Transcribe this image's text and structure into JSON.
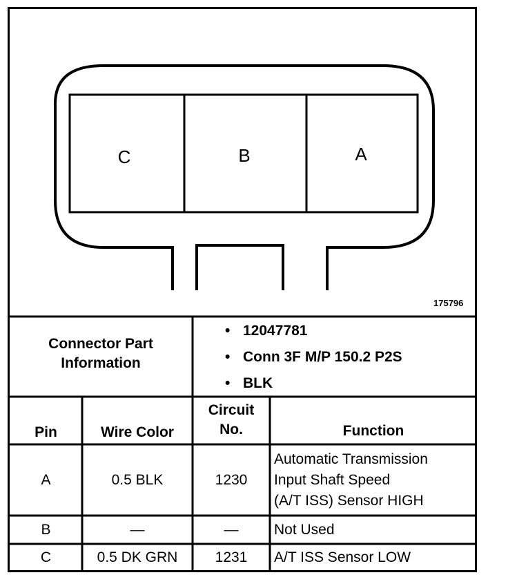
{
  "figure_number": "175796",
  "connector": {
    "cavities": [
      {
        "label": "C"
      },
      {
        "label": "B"
      },
      {
        "label": "A"
      }
    ]
  },
  "connector_info": {
    "label_line1": "Connector Part",
    "label_line2": "Information",
    "items": [
      "12047781",
      "Conn 3F M/P 150.2 P2S",
      "BLK"
    ]
  },
  "table": {
    "headers": {
      "pin": "Pin",
      "wire_color": "Wire Color",
      "circuit_line1": "Circuit",
      "circuit_line2": "No.",
      "function": "Function"
    },
    "rows": [
      {
        "pin": "A",
        "wire_color": "0.5 BLK",
        "circuit": "1230",
        "function": [
          "Automatic Transmission",
          "Input Shaft Speed",
          "(A/T ISS) Sensor HIGH"
        ]
      },
      {
        "pin": "B",
        "wire_color": "—",
        "circuit": "—",
        "function": [
          "Not Used"
        ]
      },
      {
        "pin": "C",
        "wire_color": "0.5 DK GRN",
        "circuit": "1231",
        "function": [
          "A/T ISS Sensor LOW"
        ]
      }
    ]
  }
}
